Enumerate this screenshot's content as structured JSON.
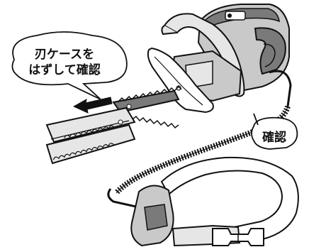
{
  "callouts": {
    "remove_case_line1": "刃ケースを",
    "remove_case_line2": "はずして確認",
    "check": "確認"
  },
  "colors": {
    "line": "#111111",
    "body_gray": "#c9c9c9",
    "dark_gray": "#7a7a7a",
    "light_gray": "#e6e6e6",
    "white": "#ffffff"
  }
}
